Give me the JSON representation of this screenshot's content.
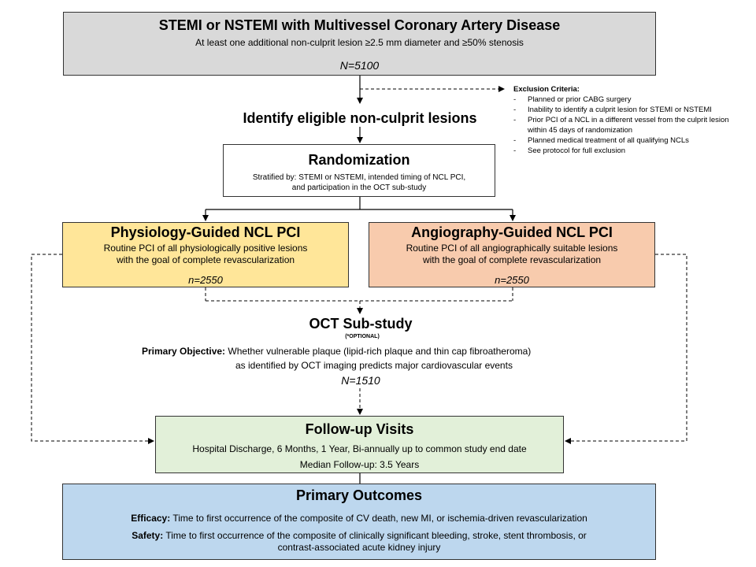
{
  "top": {
    "title": "STEMI or NSTEMI with Multivessel Coronary Artery Disease",
    "subtitle": "At least one additional non-culprit lesion ≥2.5 mm diameter and ≥50% stenosis",
    "n": "N=5100"
  },
  "exclusion": {
    "heading": "Exclusion Criteria:",
    "items": [
      "Planned or prior CABG surgery",
      "Inability to identify a culprit lesion for STEMI or NSTEMI",
      "Prior PCI of a NCL in a different vessel from the culprit lesion within 45 days of randomization",
      "Planned medical treatment of all qualifying NCLs",
      "See protocol for full exclusion"
    ]
  },
  "identify": "Identify eligible non-culprit lesions",
  "randomization": {
    "title": "Randomization",
    "line1": "Stratified by: STEMI or NSTEMI, intended timing of NCL PCI,",
    "line2": "and participation in the OCT sub-study"
  },
  "physiology": {
    "title": "Physiology-Guided NCL PCI",
    "line1": "Routine PCI of all physiologically positive lesions",
    "line2": "with the goal of complete revascularization",
    "n": "n=2550"
  },
  "angiography": {
    "title": "Angiography-Guided NCL PCI",
    "line1": "Routine PCI of all angiographically suitable lesions",
    "line2": "with the goal of complete revascularization",
    "n": "n=2550"
  },
  "oct": {
    "title": "OCT Sub-study",
    "optional": "(*OPTIONAL)",
    "objective_label": "Primary Objective:",
    "objective_line1": "Whether vulnerable plaque (lipid-rich plaque and thin cap fibroatheroma)",
    "objective_line2": "as identified by OCT imaging predicts major cardiovascular events",
    "n": "N=1510"
  },
  "followup": {
    "title": "Follow-up Visits",
    "schedule": "Hospital Discharge, 6 Months, 1 Year, Bi-annually up to common study end date",
    "median": "Median Follow-up: 3.5 Years"
  },
  "outcomes": {
    "title": "Primary Outcomes",
    "efficacy_label": "Efficacy:",
    "efficacy_text": "Time to first occurrence of the composite of CV death, new MI, or ischemia-driven revascularization",
    "safety_label": "Safety:",
    "safety_text": "Time to first occurrence of the composite of clinically significant bleeding, stroke, stent thrombosis, or",
    "safety_text2": "contrast-associated acute kidney injury"
  },
  "colors": {
    "top_box": "#d9d9d9",
    "physiology_box": "#ffe699",
    "angiography_box": "#f8cbad",
    "followup_box": "#e2f0d9",
    "outcomes_box": "#bdd7ee"
  }
}
